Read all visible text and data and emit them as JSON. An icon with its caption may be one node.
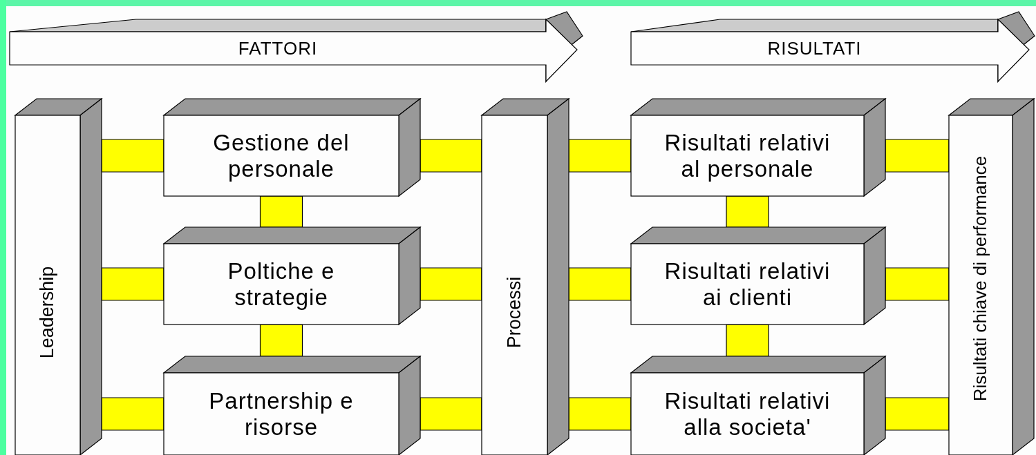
{
  "diagram": {
    "nodes": [
      {
        "text": [
          "FATTORI"
        ]
      },
      {
        "text": [
          "RISULTATI"
        ]
      },
      {
        "text": [
          "Leadership"
        ]
      },
      {
        "text": [
          "Gestione del personale"
        ]
      },
      {
        "text": [
          "Poltiche e strategie"
        ]
      },
      {
        "text": [
          "Partnership e risorse"
        ]
      },
      {
        "text": [
          "Processi"
        ]
      },
      {
        "text": [
          "Risultati relativi al personale"
        ]
      },
      {
        "text": [
          "Risultati relativi ai clienti"
        ]
      },
      {
        "text": [
          "Risultati relativi alla societa'"
        ]
      },
      {
        "text": [
          "Risultati chiave di performance"
        ]
      }
    ],
    "edges": [
      {
        "from": 2,
        "to": 3,
        "arrow": "none"
      },
      {
        "from": 2,
        "to": 4,
        "arrow": "none"
      },
      {
        "from": 2,
        "to": 5,
        "arrow": "none"
      },
      {
        "from": 3,
        "to": 4,
        "arrow": "none"
      },
      {
        "from": 4,
        "to": 5,
        "arrow": "none"
      },
      {
        "from": 3,
        "to": 6,
        "arrow": "none"
      },
      {
        "from": 4,
        "to": 6,
        "arrow": "none"
      },
      {
        "from": 5,
        "to": 6,
        "arrow": "none"
      },
      {
        "from": 6,
        "to": 7,
        "arrow": "none"
      },
      {
        "from": 6,
        "to": 8,
        "arrow": "none"
      },
      {
        "from": 6,
        "to": 9,
        "arrow": "none"
      },
      {
        "from": 7,
        "to": 8,
        "arrow": "none"
      },
      {
        "from": 8,
        "to": 9,
        "arrow": "none"
      },
      {
        "from": 7,
        "to": 10,
        "arrow": "none"
      },
      {
        "from": 8,
        "to": 10,
        "arrow": "none"
      },
      {
        "from": 9,
        "to": 10,
        "arrow": "none"
      }
    ]
  }
}
